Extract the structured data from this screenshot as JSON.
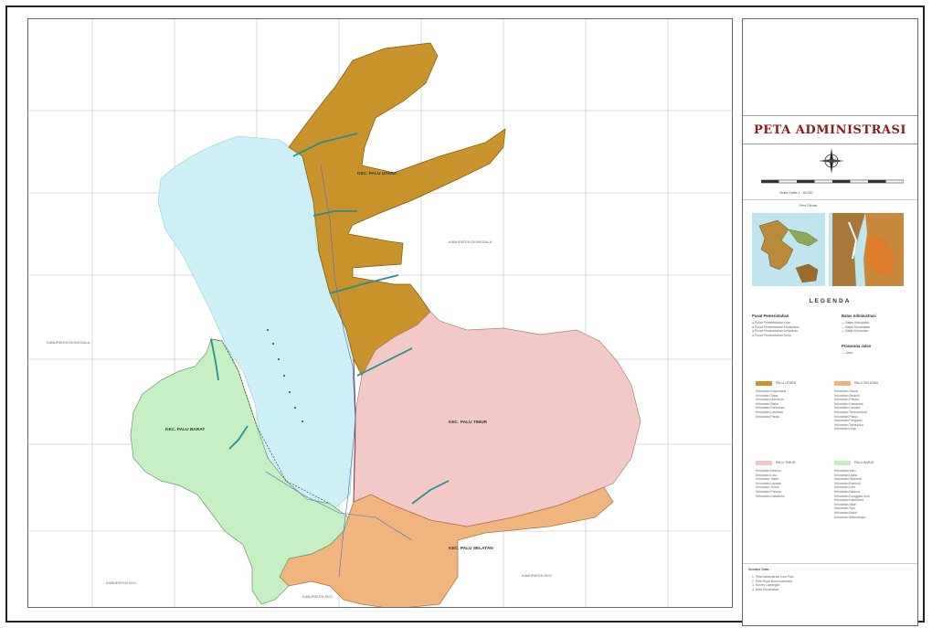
{
  "title": "PETA ADMINISTRASI",
  "legend_heading": "LEGENDA",
  "scale_caption": "Skala Grafis 1 : 50.000",
  "inset_caption": "Peta Situasi",
  "colors": {
    "palu_utara": "#c8932a",
    "palu_timur": "#f3c9c7",
    "palu_barat": "#c7efc4",
    "palu_selatan": "#f0b47e",
    "water": "#cdf0f6",
    "river": "#2a8f8a"
  },
  "map": {
    "regions": [
      {
        "id": "palu_utara",
        "label": "KEC. PALU UTARA"
      },
      {
        "id": "palu_timur",
        "label": "KEC. PALU TIMUR"
      },
      {
        "id": "palu_barat",
        "label": "KEC. PALU BARAT"
      },
      {
        "id": "palu_selatan",
        "label": "KEC. PALU SELATAN"
      }
    ],
    "outside_labels": {
      "east": "KABUPATEN DONGGALA",
      "west": "KABUPATEN DONGGALA",
      "southwest": "KABUPATEN SIGI",
      "south": "KABUPATEN SIGI",
      "southeast": "KABUPATEN SIGI"
    }
  },
  "legend": {
    "col1_title": "Pusat Pemerintahan",
    "col1_items": [
      "Pusat Pemerintahan Kota",
      "Pusat Pemerintahan Kecamatan",
      "Pusat Pemerintahan Kelurahan",
      "Pusat Pemerintahan Desa"
    ],
    "col2_title": "Batas Administrasi",
    "col2_items": [
      "Batas Kabupaten",
      "Batas Kecamatan",
      "Batas Kelurahan"
    ],
    "col2_title_b": "Prasarana Jalan",
    "col2_items_b": [
      "Jalan"
    ],
    "kec_groups": [
      {
        "label": "PALU UTARA",
        "items": [
          "Kelurahan Kayumalue",
          "Kelurahan Taipa",
          "Kelurahan Mamboro",
          "Kelurahan Baiya",
          "Kelurahan Pantoloan",
          "Kelurahan Lambara",
          "Kelurahan Panau"
        ]
      },
      {
        "label": "PALU SELATAN",
        "items": [
          "Kelurahan Tatura",
          "Kelurahan Birobuli",
          "Kelurahan Petobo",
          "Kelurahan Kawatuna",
          "Kelurahan Lasoani",
          "Kelurahan Tanamodindi",
          "Kelurahan Palupi",
          "Kelurahan Pengawu",
          "Kelurahan Tavanjuka",
          "Kelurahan Duyu"
        ]
      },
      {
        "label": "PALU TIMUR",
        "items": [
          "Kelurahan Besusu",
          "Kelurahan Lolu",
          "Kelurahan Talise",
          "Kelurahan Layana",
          "Kelurahan Tondo",
          "Kelurahan Poboya",
          "Kelurahan Kawatuna"
        ]
      },
      {
        "label": "PALU BARAT",
        "items": [
          "Kelurahan Baru",
          "Kelurahan Ujuna",
          "Kelurahan Siranindi",
          "Kelurahan Kamonji",
          "Kelurahan Lere",
          "Kelurahan Balaroa",
          "Kelurahan Donggala Kodi",
          "Kelurahan Kabonena",
          "Kelurahan Silae",
          "Kelurahan Tipo",
          "Kelurahan Buluri",
          "Kelurahan Watusampu"
        ]
      }
    ],
    "notes_title": "Sumber Data :",
    "notes": [
      "1. Peta Administrasi Kota Palu",
      "2. Peta Rupa Bumi Indonesia",
      "3. Survey Lapangan",
      "4. Data Kecamatan"
    ]
  }
}
